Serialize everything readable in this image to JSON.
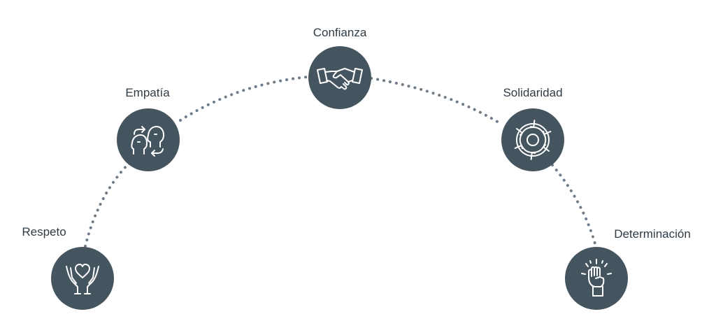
{
  "nodes": [
    {
      "id": "respeto",
      "label": "Respeto",
      "icon": "hands-heart-icon"
    },
    {
      "id": "empatia",
      "label": "Empatía",
      "icon": "two-faces-exchange-icon"
    },
    {
      "id": "confianza",
      "label": "Confianza",
      "icon": "handshake-icon"
    },
    {
      "id": "solidaridad",
      "label": "Solidaridad",
      "icon": "linked-hands-circle-icon"
    },
    {
      "id": "determinacion",
      "label": "Determinación",
      "icon": "raised-fist-icon"
    }
  ],
  "colors": {
    "circle_fill": "#455560",
    "icon_stroke": "#ffffff",
    "label_text": "#2f3b45",
    "connector": "#6f7c87"
  }
}
